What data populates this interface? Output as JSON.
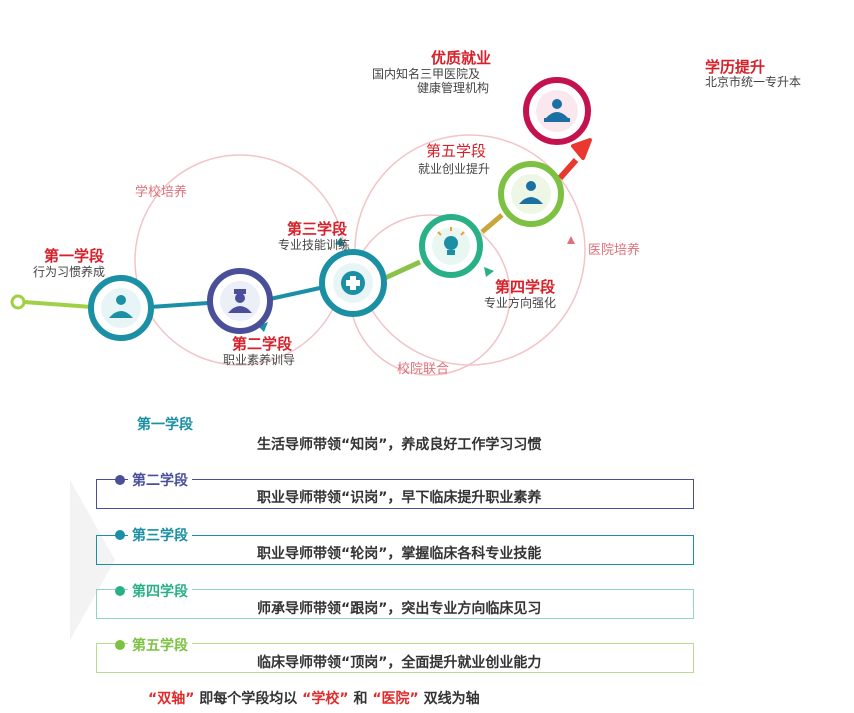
{
  "colors": {
    "ring": "#f2c4c8",
    "stage1": "#1b8fa3",
    "stage2": "#4a4f9a",
    "stage3": "#1b8fa3",
    "stage4": "#2ab087",
    "stage5": "#7cc142",
    "top": "#c4124f",
    "arrow": "#e8382f",
    "lineStart": "#9fd046"
  },
  "stages": [
    {
      "title": "第一学段",
      "subtitle": "行为习惯养成",
      "icon": "doctor-icon"
    },
    {
      "title": "第二学段",
      "subtitle": "职业素养训导",
      "icon": "nurse-icon"
    },
    {
      "title": "第三学段",
      "subtitle": "专业技能训练",
      "icon": "medical-cross-icon"
    },
    {
      "title": "第四学段",
      "subtitle": "专业方向强化",
      "icon": "lightbulb-icon"
    },
    {
      "title": "第五学段",
      "subtitle": "就业创业提升",
      "icon": "doctor-icon"
    }
  ],
  "top": {
    "title": "优质就业",
    "line1": "国内知名三甲医院及",
    "line2": "健康管理机构",
    "icon": "staff-desk-icon"
  },
  "upgrade": {
    "title": "学历提升",
    "subtitle": "北京市统一专升本"
  },
  "rings": {
    "school": "学校培养",
    "hospital": "医院培养",
    "joint": "校院联合"
  },
  "rows": [
    {
      "title": "第一学段",
      "text": "生活导师带领“知岗”，养成良好工作学习习惯",
      "color": "#1b8fa3"
    },
    {
      "title": "第二学段",
      "text": "职业导师带领“识岗”，早下临床提升职业素养",
      "color": "#4a4f9a"
    },
    {
      "title": "第三学段",
      "text": "职业导师带领“轮岗”，掌握临床各科专业技能",
      "color": "#1b8fa3"
    },
    {
      "title": "第四学段",
      "text": "师承导师带领“跟岗”，突出专业方向临床见习",
      "color": "#2ab087"
    },
    {
      "title": "第五学段",
      "text": "临床导师带领“顶岗”，全面提升就业创业能力",
      "color": "#7cc142"
    }
  ],
  "bottom": {
    "part1": "“双轴”",
    "part2": "即每个学段均以",
    "part3": "“学校”",
    "part4": "和",
    "part5": "“医院”",
    "part6": "双线为轴"
  }
}
